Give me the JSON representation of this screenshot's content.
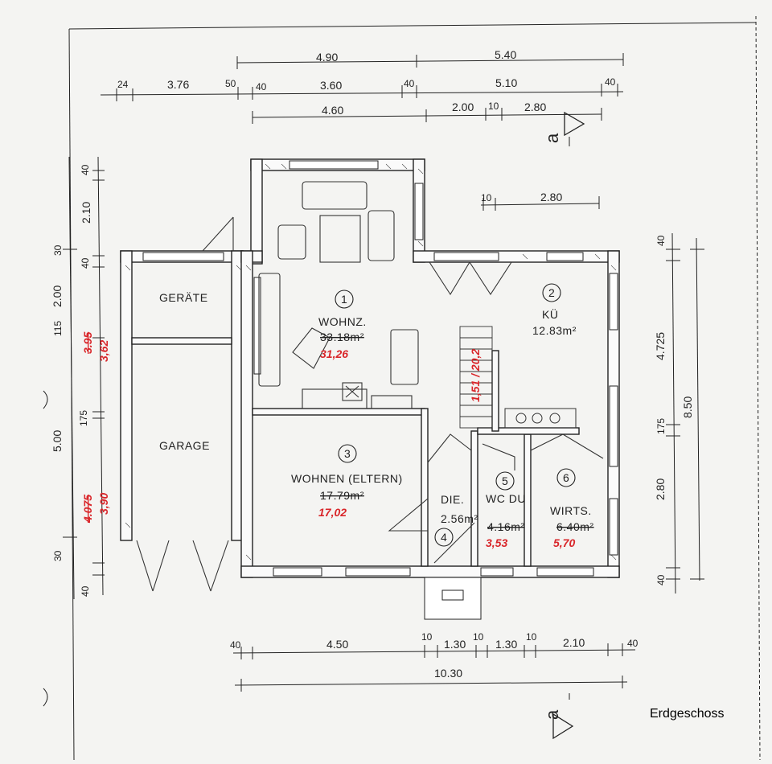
{
  "caption": "Erdgeschoss",
  "section_marks": {
    "top": "a",
    "bottom": "a"
  },
  "dimensions": {
    "top_row1": [
      "4.90",
      "5.40"
    ],
    "top_row2": [
      "24",
      "3.76",
      "50",
      "40",
      "3.60",
      "40",
      "5.10",
      "40"
    ],
    "top_row3": [
      "4.60",
      "2.00",
      "10",
      "2.80"
    ],
    "top_inner": [
      "10",
      "2.80"
    ],
    "bottom_row1": [
      "40",
      "4.50",
      "10",
      "1.30",
      "10",
      "1.30",
      "10",
      "2.10",
      "40"
    ],
    "bottom_total": "10.30",
    "left_outer": [
      "40",
      "2.10",
      "30",
      "40",
      "2.00",
      "115",
      "5.00",
      "175",
      "30",
      "40"
    ],
    "right": [
      "40",
      "4.725",
      "175",
      "2.80",
      "40",
      "8.50"
    ]
  },
  "red_annotations": {
    "left_top_old": "3.95",
    "left_top_new": "3,62",
    "left_bottom_old": "4.075",
    "left_bottom_new": "3,90",
    "wohnz_new": "31,26",
    "wohnen_new": "17,02",
    "wc_new": "3,53",
    "wirts_new": "5,70",
    "stairs_note": "1,51 / 20,2"
  },
  "rooms": [
    {
      "number": "1",
      "name": "WOHNZ.",
      "area": "33.18m²"
    },
    {
      "number": "2",
      "name": "KÜ",
      "area": "12.83m²"
    },
    {
      "number": "3",
      "name": "WOHNEN (ELTERN)",
      "area": "17.79m²"
    },
    {
      "number": "4",
      "name": "DIE.",
      "area": "2.56m²"
    },
    {
      "number": "5",
      "name": "WC DU",
      "area": "4.16m²"
    },
    {
      "number": "6",
      "name": "WIRTS.",
      "area": "6.40m²"
    },
    {
      "name": "GERÄTE"
    },
    {
      "name": "GARAGE"
    }
  ]
}
